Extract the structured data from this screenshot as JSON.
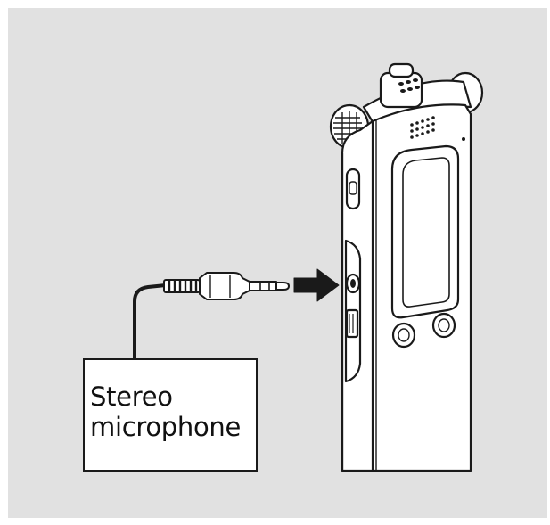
{
  "figure": {
    "label_lines": [
      "Stereo",
      "microphone"
    ],
    "colors": {
      "panel": "#e1e1e1",
      "device": "#ffffff",
      "ink": "#1a1a1a",
      "arrow": "#1a1a1a"
    },
    "parts": [
      "stereo-microphone-box",
      "cable",
      "plug",
      "arrow",
      "ic-recorder"
    ]
  }
}
